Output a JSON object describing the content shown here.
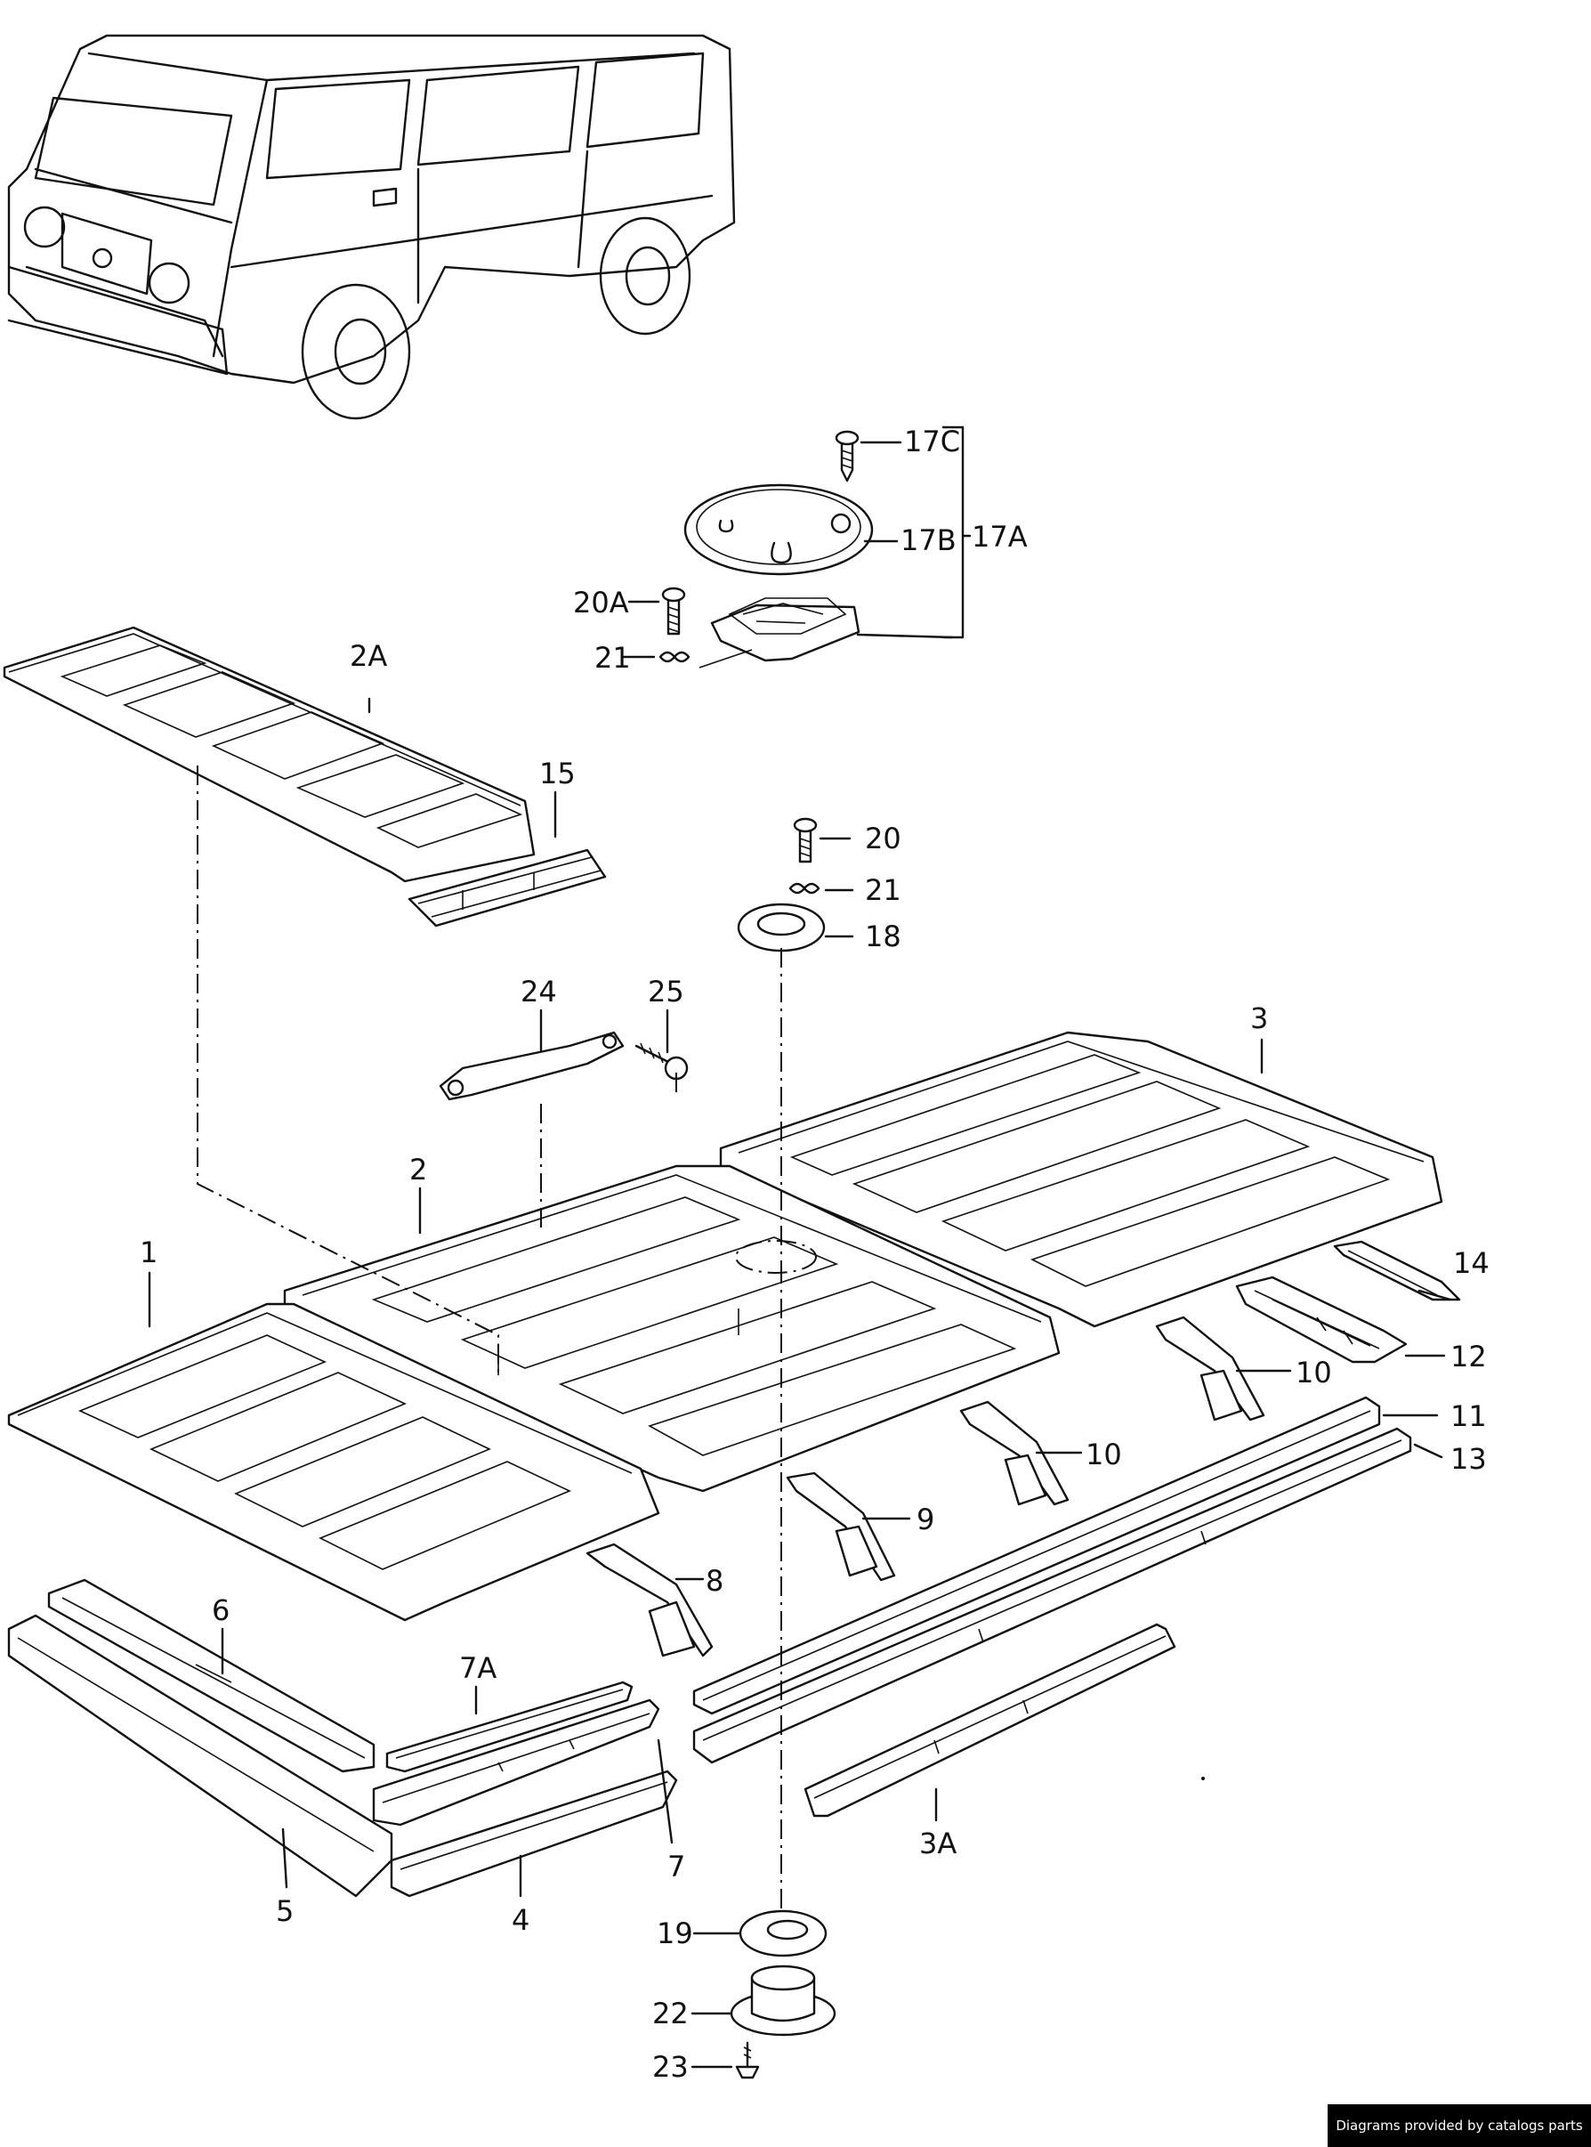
{
  "labels": {
    "p17C": "17C",
    "p17B": "17B",
    "p17A": "17A",
    "p20A": "20A",
    "p21a": "21",
    "p2A": "2A",
    "p15": "15",
    "p20": "20",
    "p21b": "21",
    "p18": "18",
    "p24": "24",
    "p25": "25",
    "p3": "3",
    "p2": "2",
    "p1": "1",
    "p14": "14",
    "p12": "12",
    "p10a": "10",
    "p11": "11",
    "p10b": "10",
    "p13": "13",
    "p9": "9",
    "p8": "8",
    "p6": "6",
    "p7A": "7A",
    "p3A": "3A",
    "p7": "7",
    "p5": "5",
    "p4": "4",
    "p19": "19",
    "p22": "22",
    "p23": "23"
  },
  "footer": {
    "credit": "Diagrams provided by catalogs parts"
  }
}
